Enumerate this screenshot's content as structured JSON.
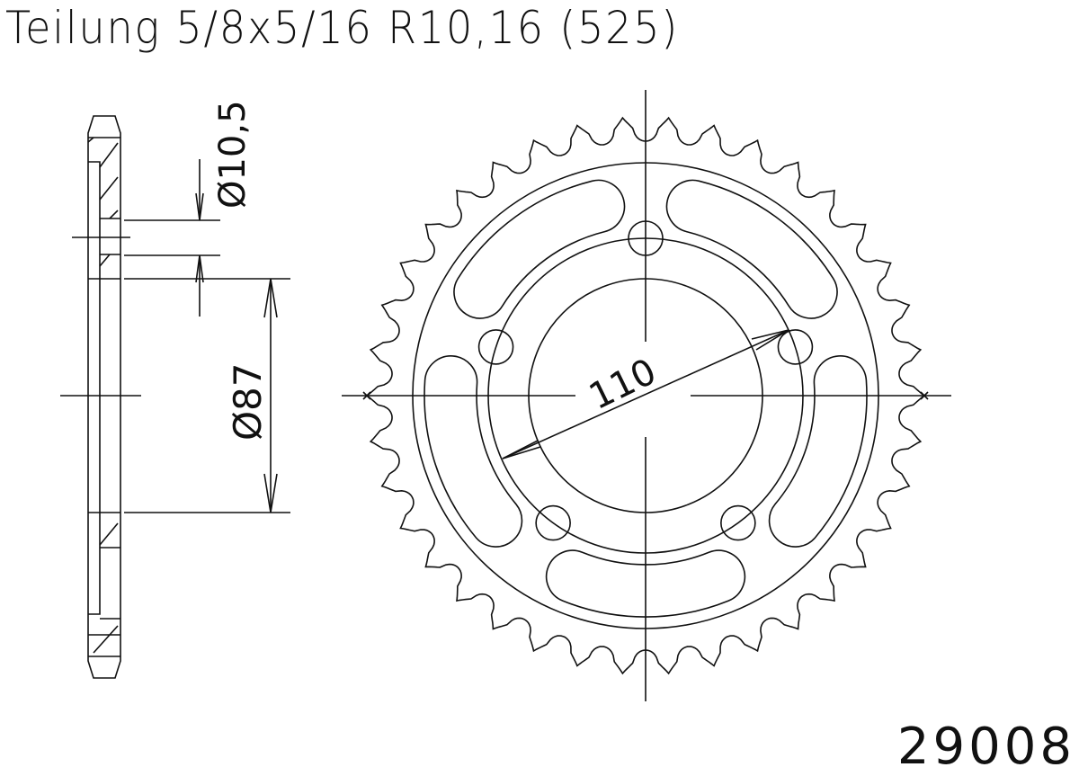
{
  "title": "Teilung 5/8x5/16 R10,16 (525)",
  "part_number": "29008",
  "dimensions": {
    "bolt_hole_diameter": "Ø10,5",
    "center_bore_diameter": "Ø87",
    "bolt_circle_diameter": "110"
  },
  "sprocket": {
    "teeth": 38,
    "bolt_holes": 5,
    "slots": 5,
    "line_color": "#111111",
    "background": "#ffffff"
  }
}
